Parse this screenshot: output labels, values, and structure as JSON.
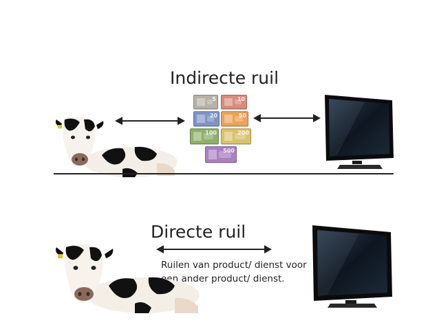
{
  "top": {
    "title": "Indirecte ruil",
    "banknotes": [
      "5",
      "10",
      "20",
      "50",
      "100",
      "200",
      "500"
    ]
  },
  "bottom": {
    "title": "Directe ruil",
    "description_line1": "Ruilen van product/ dienst voor",
    "description_line2": "een ander product/ dienst."
  },
  "colors": {
    "note_5": "#b7b1a6",
    "note_10": "#d98b7c",
    "note_20": "#7f95c6",
    "note_50": "#e8a35a",
    "note_100": "#8fb06a",
    "note_200": "#d9c26a",
    "note_500": "#a981c1",
    "arrow": "#222222"
  },
  "icons": [
    "cow-icon",
    "television-icon",
    "double-arrow-icon",
    "euro-banknote-icon"
  ]
}
